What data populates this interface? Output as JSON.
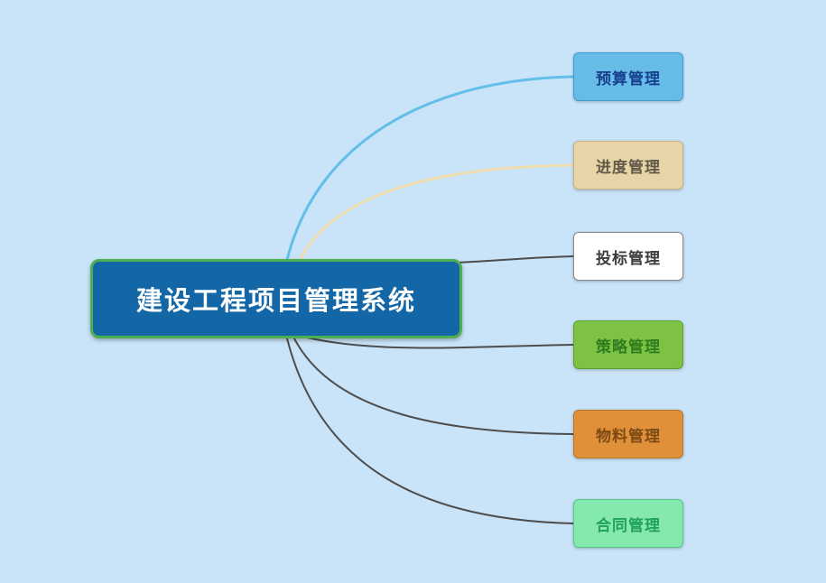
{
  "background_color": "#c9e3f8",
  "root": {
    "label": "建设工程项目管理系统",
    "fill": "#1367a6",
    "border": "#4caf50",
    "text_color": "#ffffff"
  },
  "branches": [
    {
      "label": "预算管理",
      "fill": "#66bce6",
      "border": "#3e9ed2",
      "text_color": "#16408e"
    },
    {
      "label": "进度管理",
      "fill": "#e7d5a7",
      "border": "#c9b37e",
      "text_color": "#615a49"
    },
    {
      "label": "投标管理",
      "fill": "#ffffff",
      "border": "#8a8a8a",
      "text_color": "#3c3c3c"
    },
    {
      "label": "策略管理",
      "fill": "#7dc242",
      "border": "#5da52e",
      "text_color": "#2f7d1f"
    },
    {
      "label": "物料管理",
      "fill": "#e09038",
      "border": "#b8742a",
      "text_color": "#7d4a15"
    },
    {
      "label": "合同管理",
      "fill": "#85e8ad",
      "border": "#55c98a",
      "text_color": "#21a05e"
    }
  ],
  "edges": [
    {
      "to": "预算管理",
      "color": "#62bfe8",
      "width": 3
    },
    {
      "to": "进度管理",
      "color": "#eedcae",
      "width": 3
    },
    {
      "to": "投标管理",
      "color": "#4d4d4d",
      "width": 2
    },
    {
      "to": "策略管理",
      "color": "#4d4d4d",
      "width": 2
    },
    {
      "to": "物料管理",
      "color": "#4d4d4d",
      "width": 2
    },
    {
      "to": "合同管理",
      "color": "#4d4d4d",
      "width": 2
    }
  ]
}
